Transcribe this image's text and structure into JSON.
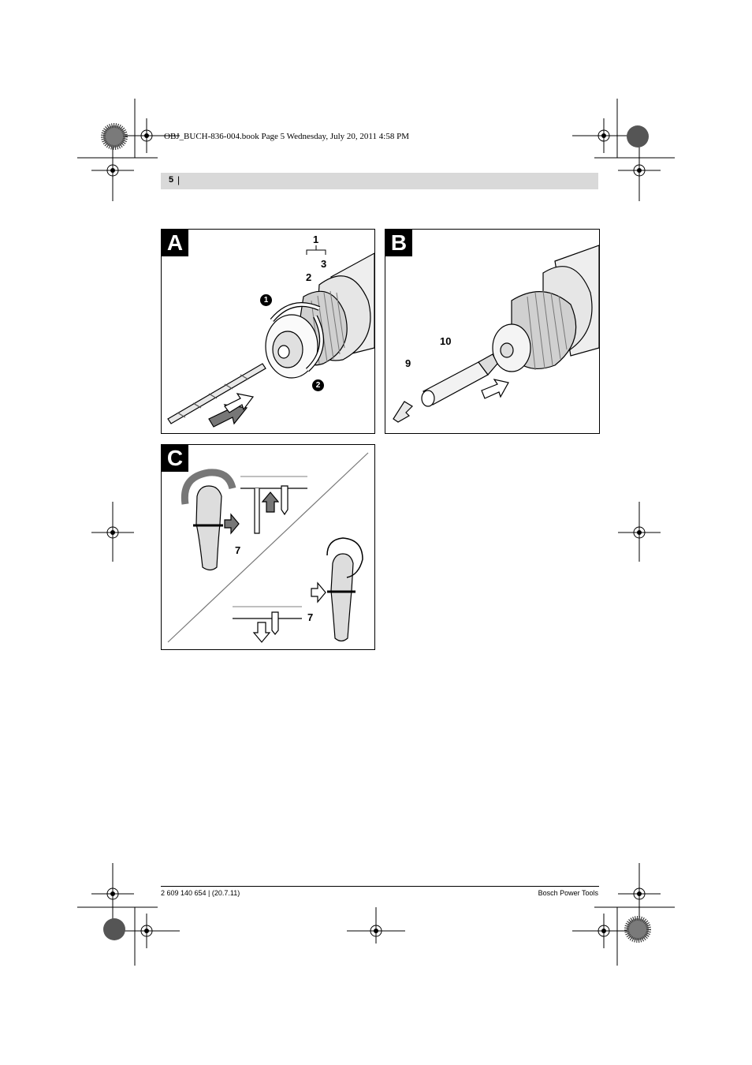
{
  "slug": "OBJ_BUCH-836-004.book  Page 5  Wednesday, July 20, 2011  4:58 PM",
  "header": {
    "page_number": "5",
    "separator": "|"
  },
  "figures": {
    "a": {
      "letter": "A",
      "callouts": [
        "1",
        "2",
        "3"
      ],
      "steps": [
        "1",
        "2"
      ]
    },
    "b": {
      "letter": "B",
      "callouts": [
        "9",
        "10"
      ]
    },
    "c": {
      "letter": "C",
      "callouts": [
        "7",
        "7"
      ]
    }
  },
  "footer": {
    "code": "2 609 140 654 | (20.7.11)",
    "brand": "Bosch Power Tools"
  }
}
